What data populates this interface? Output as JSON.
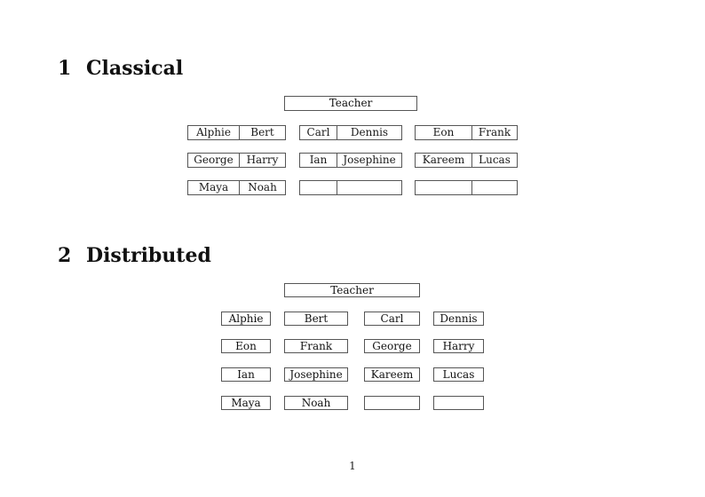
{
  "document": {
    "page_number": "1"
  },
  "section_classical": {
    "number": "1",
    "title": "Classical",
    "teacher_label": "Teacher",
    "desk_columns": [
      {
        "rows": [
          [
            "Alphie",
            "Bert"
          ],
          [
            "George",
            "Harry"
          ],
          [
            "Maya",
            "Noah"
          ]
        ]
      },
      {
        "rows": [
          [
            "Carl",
            "Dennis"
          ],
          [
            "Ian",
            "Josephine"
          ],
          [
            "",
            ""
          ]
        ]
      },
      {
        "rows": [
          [
            "Eon",
            "Frank"
          ],
          [
            "Kareem",
            "Lucas"
          ],
          [
            "",
            ""
          ]
        ]
      }
    ]
  },
  "section_distributed": {
    "number": "2",
    "title": "Distributed",
    "teacher_label": "Teacher",
    "desk_rows": [
      [
        "Alphie",
        "Bert",
        "Carl",
        "Dennis"
      ],
      [
        "Eon",
        "Frank",
        "George",
        "Harry"
      ],
      [
        "Ian",
        "Josephine",
        "Kareem",
        "Lucas"
      ],
      [
        "Maya",
        "Noah",
        "",
        ""
      ]
    ]
  }
}
